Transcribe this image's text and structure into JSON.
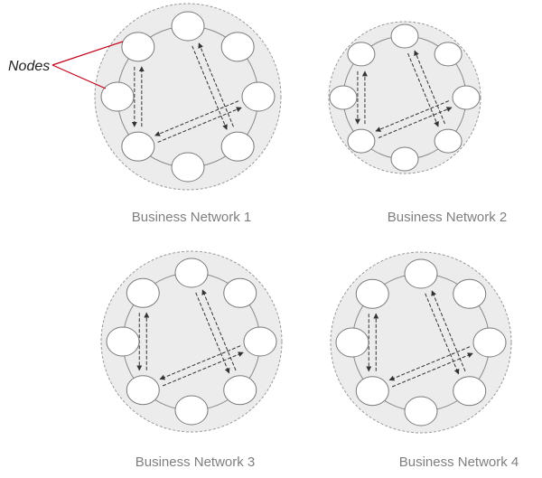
{
  "callout": {
    "label": "Nodes",
    "color": "#c0001a"
  },
  "colors": {
    "cloud_fill": "#ececec",
    "cloud_stroke": "#9a9a9a",
    "ring_stroke": "#8a8a8a",
    "node_fill": "#ffffff",
    "node_stroke": "#7a7a7a",
    "arrow_stroke": "#333333",
    "label_color": "#7f7f7f"
  },
  "networks": [
    {
      "id": "n1",
      "label": "Business Network 1",
      "node_count": 8
    },
    {
      "id": "n2",
      "label": "Business Network 2",
      "node_count": 8
    },
    {
      "id": "n3",
      "label": "Business Network 3",
      "node_count": 8
    },
    {
      "id": "n4",
      "label": "Business Network 4",
      "node_count": 8
    }
  ]
}
